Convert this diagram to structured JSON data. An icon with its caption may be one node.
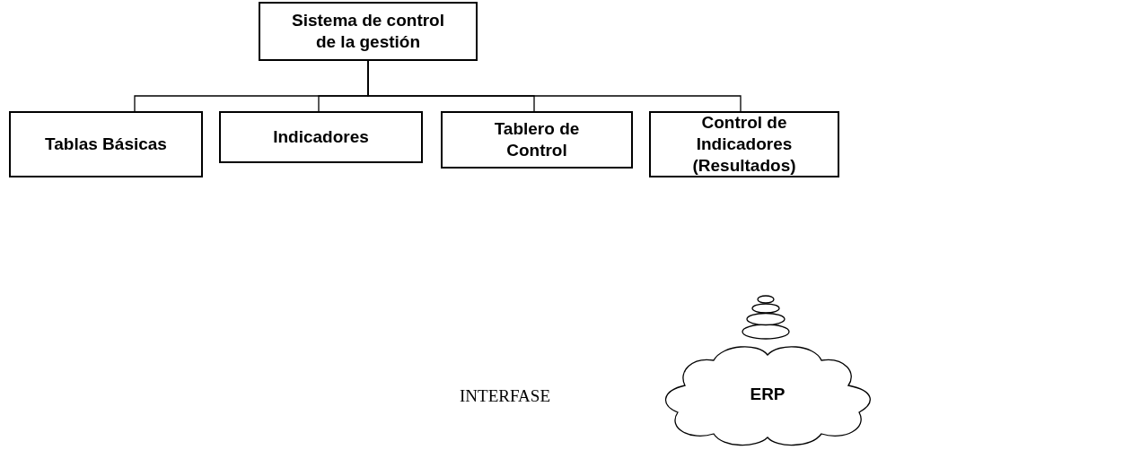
{
  "diagram": {
    "nodes": [
      {
        "text": [
          "Sistema de control de la gestión"
        ]
      },
      {
        "text": [
          "Tablas Básicas"
        ]
      },
      {
        "text": [
          "Indicadores"
        ]
      },
      {
        "text": [
          "Tablero de Control"
        ]
      },
      {
        "text": [
          "Control de Indicadores (Resultados)"
        ]
      },
      {
        "text": [
          "ERP"
        ]
      }
    ],
    "edges": [
      {
        "from": 0,
        "to": 1,
        "arrow": "none"
      },
      {
        "from": 0,
        "to": 2,
        "arrow": "none"
      },
      {
        "from": 0,
        "to": 3,
        "arrow": "none"
      },
      {
        "from": 0,
        "to": 4,
        "arrow": "none"
      }
    ],
    "labels": [
      "INTERFASE"
    ]
  }
}
